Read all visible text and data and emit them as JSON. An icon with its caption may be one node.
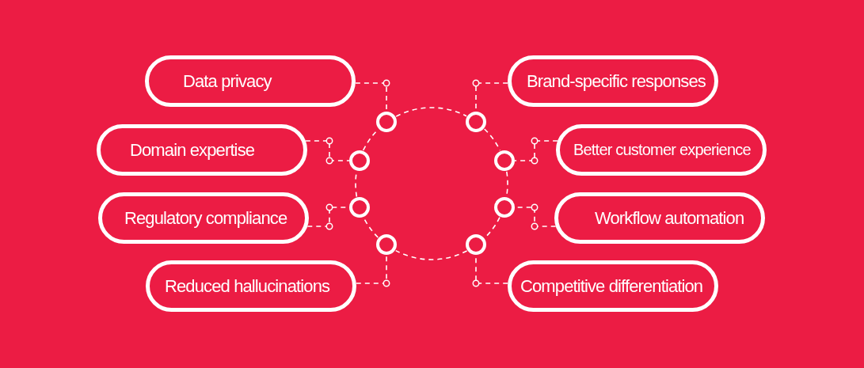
{
  "diagram": {
    "nodes": [
      {
        "text": [
          "Data privacy"
        ]
      },
      {
        "text": [
          "Brand-specific responses"
        ]
      },
      {
        "text": [
          "Domain expertise"
        ]
      },
      {
        "text": [
          "Better customer experience"
        ]
      },
      {
        "text": [
          "Regulatory compliance"
        ]
      },
      {
        "text": [
          "Workflow automation"
        ]
      },
      {
        "text": [
          "Reduced hallucinations"
        ]
      },
      {
        "text": [
          "Competitive differentiation"
        ]
      },
      {
        "text": [],
        "shape": "circle"
      },
      {
        "text": [],
        "shape": "circle"
      },
      {
        "text": [],
        "shape": "circle"
      },
      {
        "text": [],
        "shape": "circle"
      },
      {
        "text": [],
        "shape": "circle"
      },
      {
        "text": [],
        "shape": "circle"
      },
      {
        "text": [],
        "shape": "circle"
      },
      {
        "text": [],
        "shape": "circle"
      }
    ],
    "edges": [
      {
        "from": 0,
        "to": 8,
        "arrow": "none",
        "style": "dashed"
      },
      {
        "from": 1,
        "to": 9,
        "arrow": "none",
        "style": "dashed"
      },
      {
        "from": 2,
        "to": 10,
        "arrow": "none",
        "style": "dashed"
      },
      {
        "from": 3,
        "to": 11,
        "arrow": "none",
        "style": "dashed"
      },
      {
        "from": 4,
        "to": 12,
        "arrow": "none",
        "style": "dashed"
      },
      {
        "from": 5,
        "to": 13,
        "arrow": "none",
        "style": "dashed"
      },
      {
        "from": 6,
        "to": 14,
        "arrow": "none",
        "style": "dashed"
      },
      {
        "from": 7,
        "to": 15,
        "arrow": "none",
        "style": "dashed"
      },
      {
        "from": 8,
        "to": 9,
        "arrow": "none",
        "style": "dashed"
      },
      {
        "from": 9,
        "to": 11,
        "arrow": "none",
        "style": "dashed"
      },
      {
        "from": 11,
        "to": 13,
        "arrow": "none",
        "style": "dashed"
      },
      {
        "from": 13,
        "to": 15,
        "arrow": "none",
        "style": "dashed"
      },
      {
        "from": 15,
        "to": 14,
        "arrow": "none",
        "style": "dashed"
      },
      {
        "from": 14,
        "to": 12,
        "arrow": "none",
        "style": "dashed"
      },
      {
        "from": 12,
        "to": 10,
        "arrow": "none",
        "style": "dashed"
      },
      {
        "from": 10,
        "to": 8,
        "arrow": "none",
        "style": "dashed"
      }
    ]
  }
}
